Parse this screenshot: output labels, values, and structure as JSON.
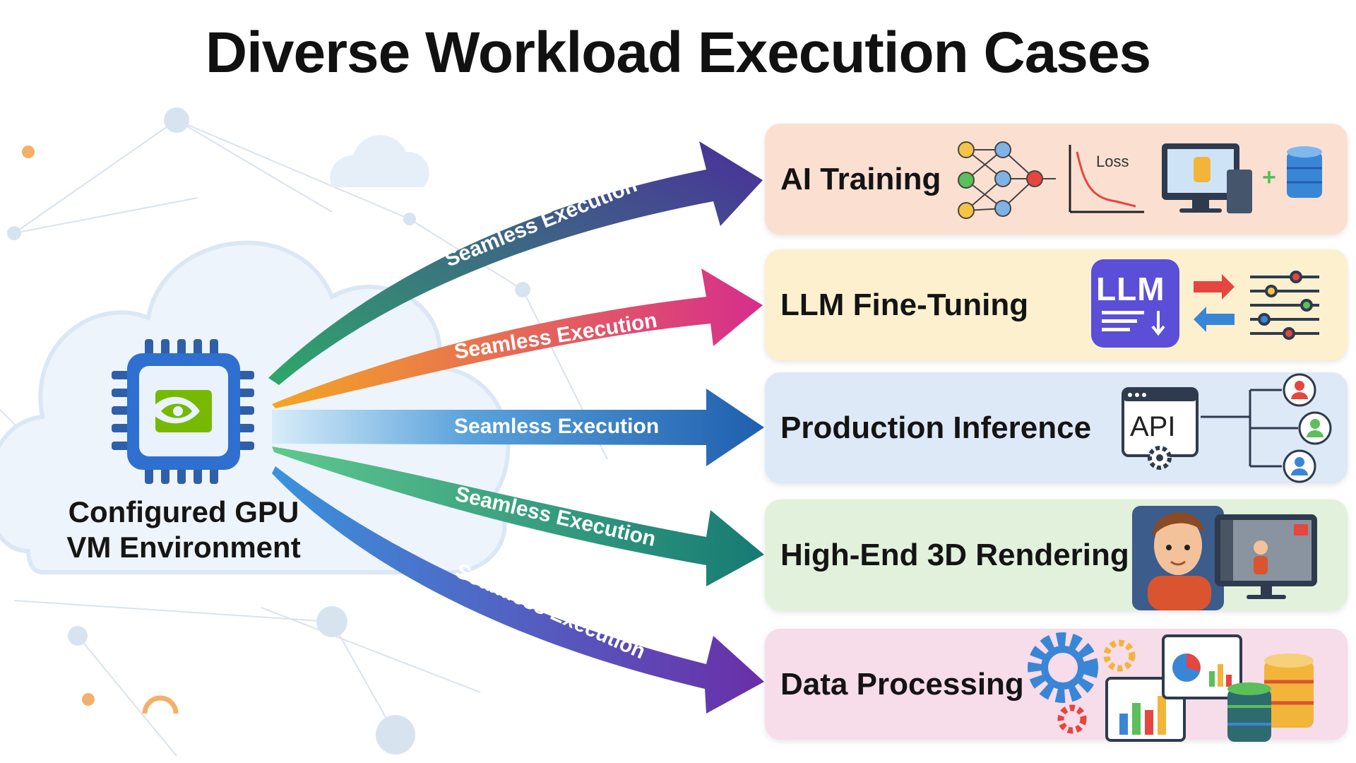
{
  "title": "Diverse Workload Execution Cases",
  "source": {
    "line1": "Configured GPU",
    "line2": "VM Environment",
    "icon": "gpu-chip-icon"
  },
  "arrow_label": "Seamless Execution",
  "arrows": [
    {
      "label": "Seamless Execution",
      "color_start": "#2ea86a",
      "color_end": "#4a2f9a"
    },
    {
      "label": "Seamless Execution",
      "color_start": "#f5a623",
      "color_end": "#d62d8c"
    },
    {
      "label": "Seamless Execution",
      "color_start": "#cfe8f7",
      "color_end": "#1f5fae"
    },
    {
      "label": "Seamless Execution",
      "color_start": "#3cba82",
      "color_end": "#1a7a72"
    },
    {
      "label": "Seamless Execution",
      "color_start": "#2e86d8",
      "color_end": "#6a2ea8"
    }
  ],
  "workloads": [
    {
      "label": "AI Training",
      "bg": "#fbe0d2",
      "icons": [
        "neural-network-icon",
        "loss-chart-icon",
        "workstation-icon",
        "database-icon"
      ],
      "chart_label": "Loss"
    },
    {
      "label": "LLM Fine-Tuning",
      "bg": "#fdf0cf",
      "icons": [
        "llm-icon",
        "exchange-arrows-icon",
        "sliders-icon"
      ],
      "badge": "LLM"
    },
    {
      "label": "Production Inference",
      "bg": "#dde9f7",
      "icons": [
        "api-window-icon",
        "users-icon"
      ],
      "badge": "API"
    },
    {
      "label": "High-End 3D Rendering",
      "bg": "#e2f1dc",
      "icons": [
        "3d-character-icon",
        "monitor-render-icon"
      ]
    },
    {
      "label": "Data Processing",
      "bg": "#f7dcea",
      "icons": [
        "gears-icon",
        "dashboard-icon",
        "database-stack-icon"
      ]
    }
  ],
  "colors": {
    "gpu_blue": "#2f6fd0",
    "nvidia_green": "#76b900",
    "cloud": "#eaf2fb"
  }
}
